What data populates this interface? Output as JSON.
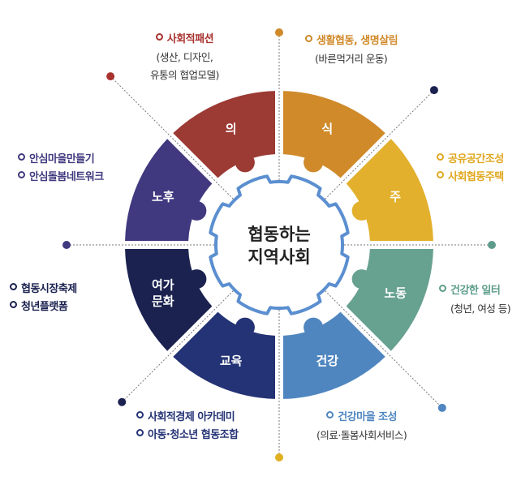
{
  "center": {
    "line1": "협동하는",
    "line2": "지역사회"
  },
  "segments": [
    {
      "label": "식",
      "color": "#d08a2a"
    },
    {
      "label": "주",
      "color": "#e2b02c"
    },
    {
      "label": "노동",
      "color": "#67a190"
    },
    {
      "label": "건강",
      "color": "#4f86c0"
    },
    {
      "label": "교육",
      "color": "#243375"
    },
    {
      "label": "여가\n문화",
      "label1": "여가",
      "label2": "문화",
      "color": "#1b2250"
    },
    {
      "label": "노후",
      "color": "#40397f"
    },
    {
      "label": "의",
      "color": "#9c3a34"
    }
  ],
  "annotations": {
    "clothing": {
      "title": "사회적패션",
      "sub1": "(생산, 디자인,",
      "sub2": "유통의 협업모델)",
      "color": "#a8322e"
    },
    "food": {
      "title": "생활협동, 생명살림",
      "sub1": "(바른먹거리 운동)",
      "color": "#d08a2a"
    },
    "housing": {
      "item1": "공유공간조성",
      "item2": "사회협동주택",
      "color": "#e0a820"
    },
    "labor": {
      "title": "건강한 일터",
      "sub1": "(청년, 여성 등)",
      "color": "#5d9c8a"
    },
    "health": {
      "title": "건강마을 조성",
      "sub1": "(의료·돌봄사회서비스)",
      "color": "#4f86c0"
    },
    "education": {
      "item1": "사회적경제 아카데미",
      "item2": "아동·청소년 협동조합",
      "color": "#243375"
    },
    "leisure": {
      "item1": "협동시장축제",
      "item2": "청년플랫폼",
      "color": "#1b2250"
    },
    "elderly": {
      "item1": "안심마을만들기",
      "item2": "안심돌봄네트워크",
      "color": "#40397f"
    }
  }
}
